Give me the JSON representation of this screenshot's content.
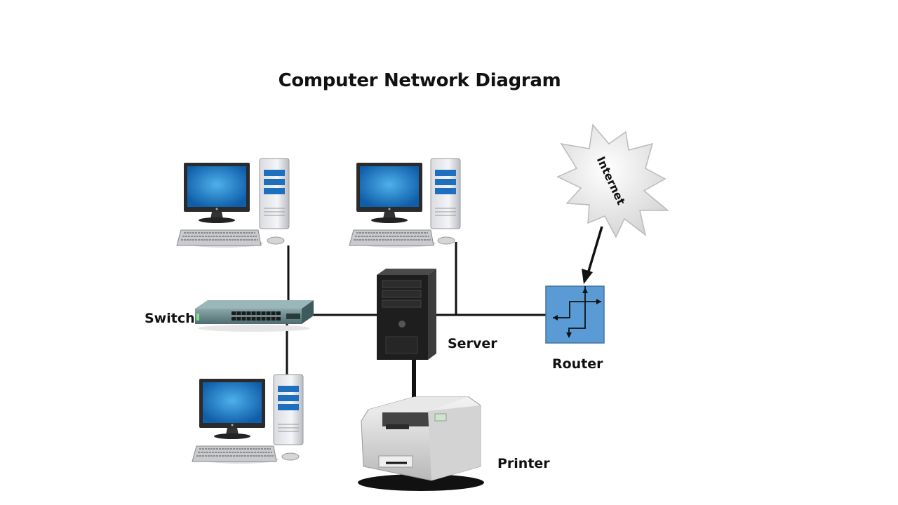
{
  "title": "Computer Network Diagram",
  "labels": {
    "switch": "Switch",
    "server": "Server",
    "router": "Router",
    "printer": "Printer",
    "internet": "Internet"
  },
  "colors": {
    "monitor_screen": "#1f7cc6",
    "router_box": "#5b9bd5",
    "cable": "#111111",
    "switch_body": "#5f7f82"
  }
}
